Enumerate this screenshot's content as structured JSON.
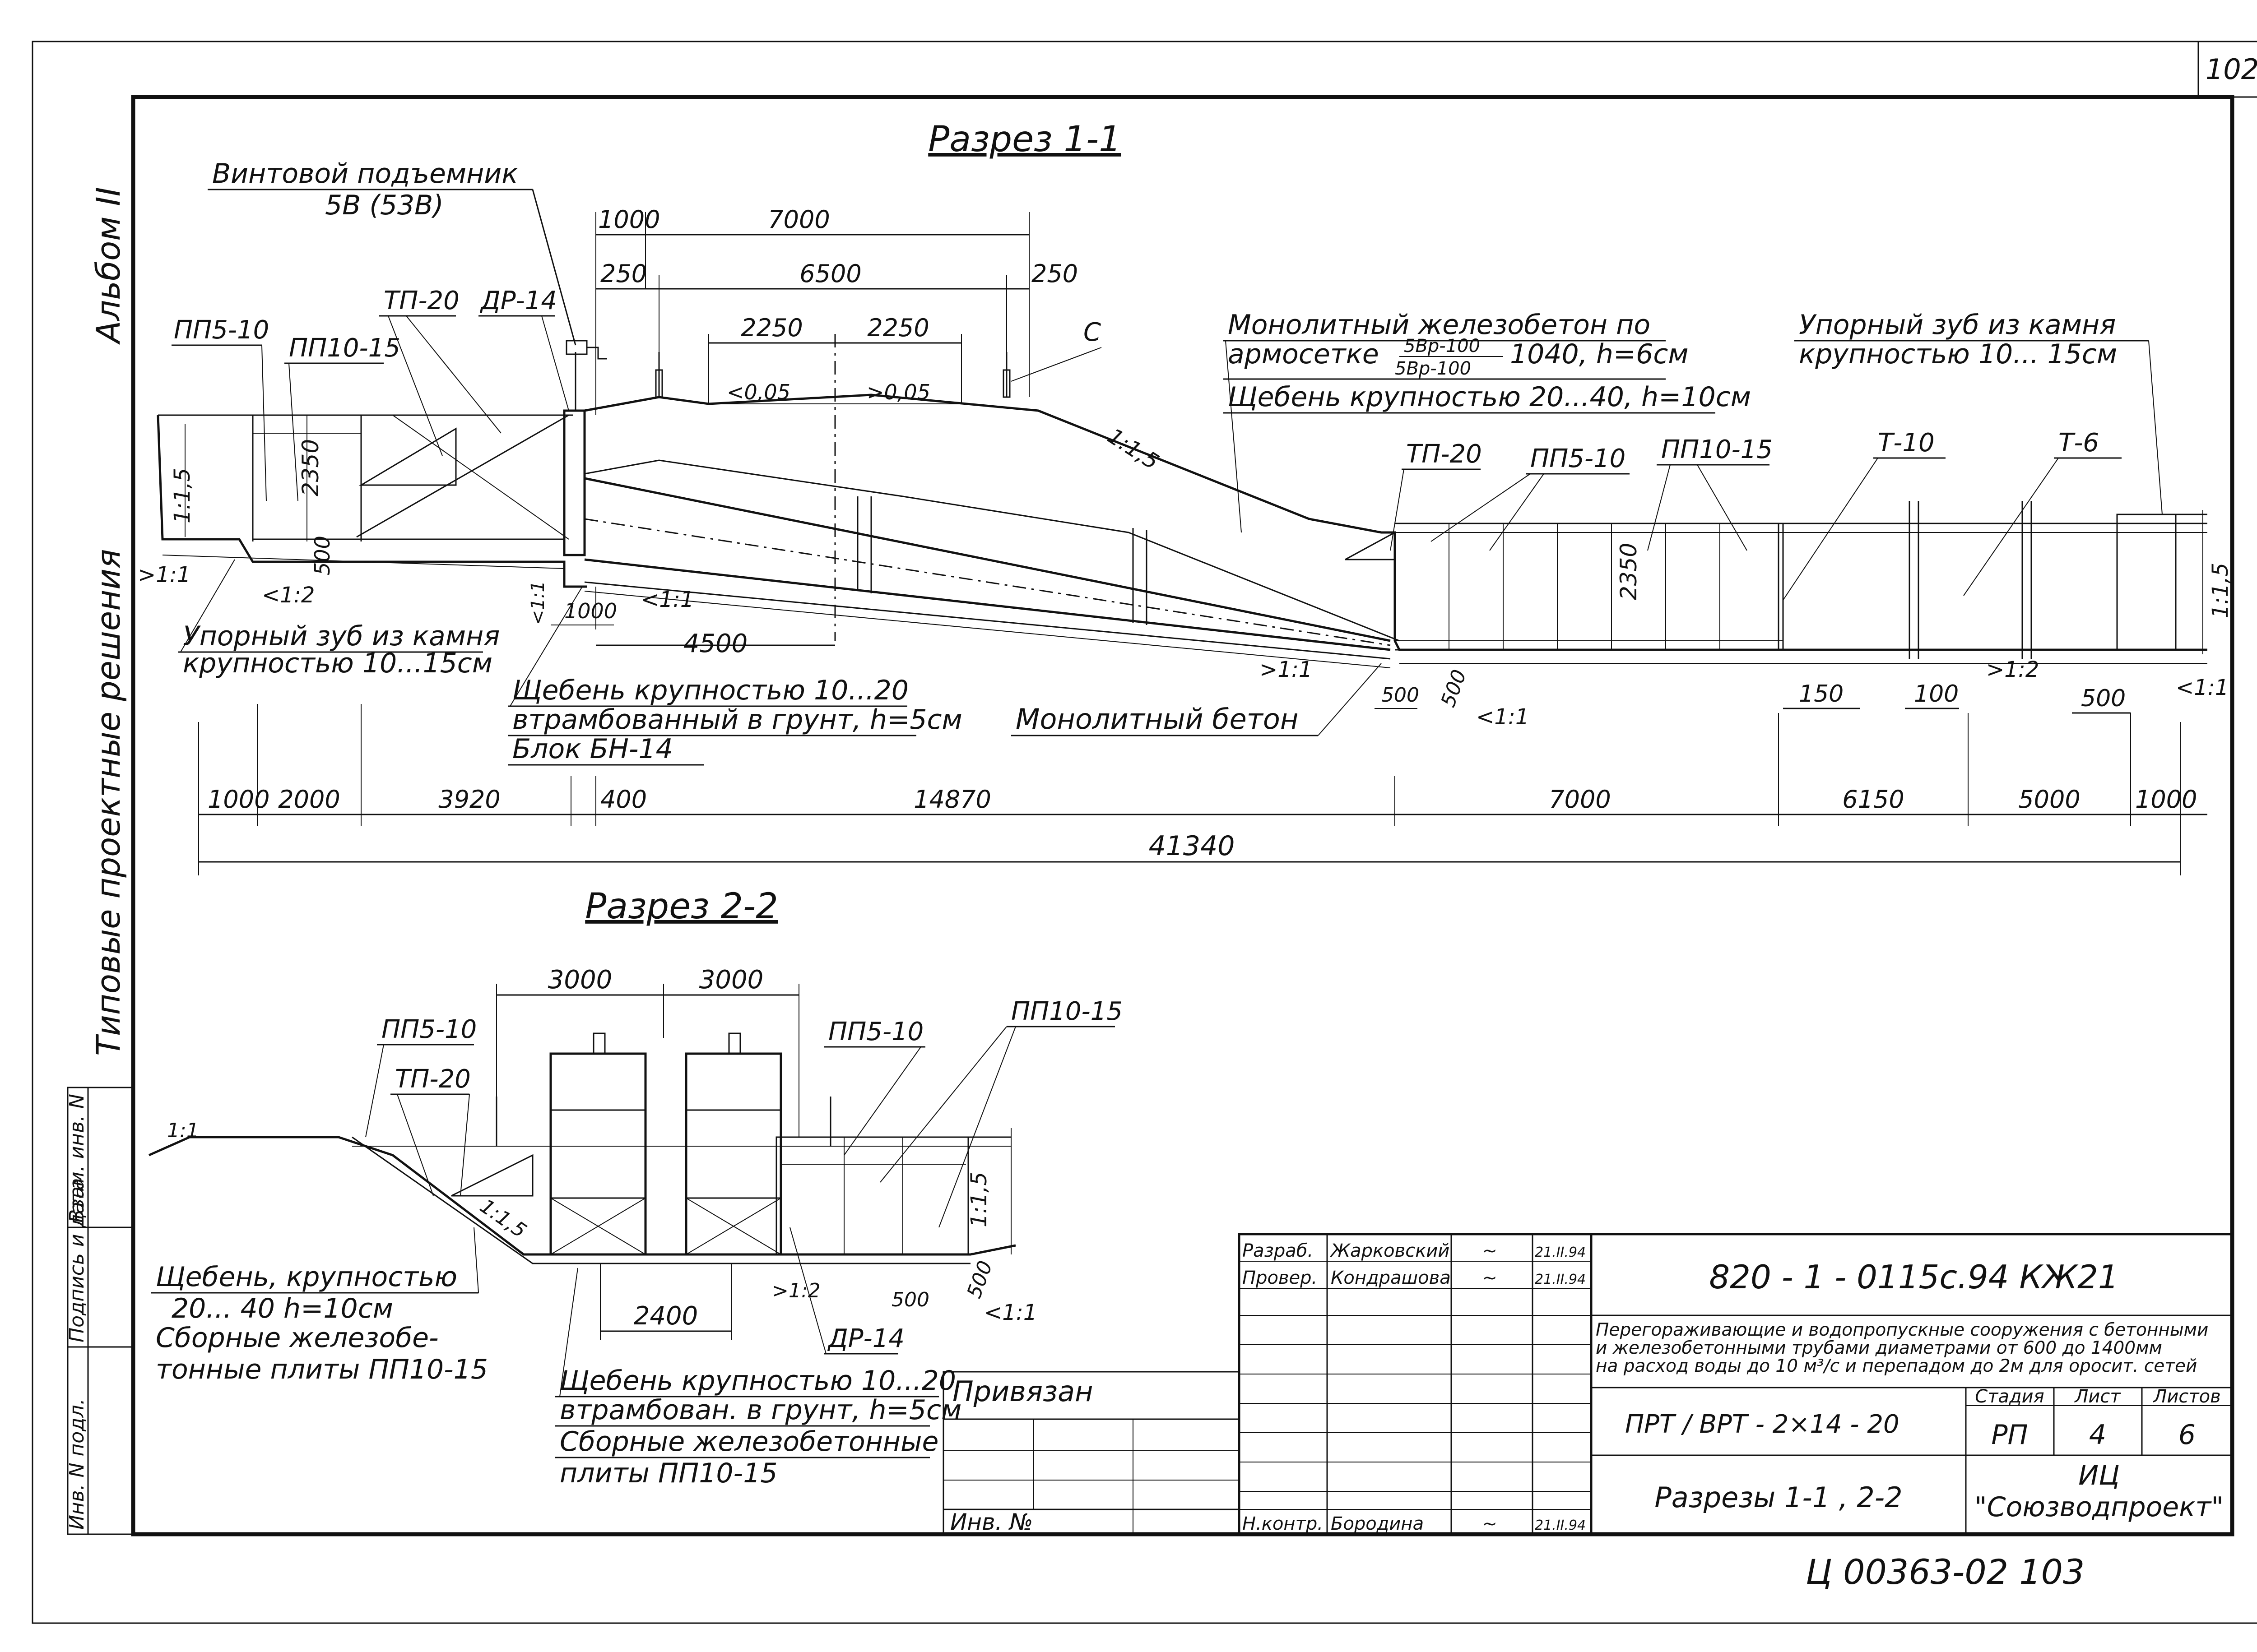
{
  "sheet_number": "102",
  "margin_texts": {
    "album": "Альбом II",
    "series": "Типовые проектные решения"
  },
  "side_stamp": {
    "col1": "Инв. N подл.",
    "col2": "Подпись и дата",
    "col3": "Взам. инв. N"
  },
  "section_1": {
    "title": "Разрез 1-1",
    "leader_labels": {
      "hoist_1": "Винтовой подъемник",
      "hoist_2": "5В (53В)",
      "pp5_10_a": "ПП5-10",
      "pp10_15_a": "ПП10-15",
      "tp20_a": "ТП-20",
      "dr14_a": "ДР-14",
      "c_label": "С",
      "monolith_1": "Монолитный железобетон по",
      "monolith_2a": "армосетке",
      "monolith_num": "5Вр-100",
      "monolith_den": "5Вр-100",
      "monolith_2b": "1040, h=6см",
      "monolith_3": "Щебень крупностью 20...40, h=10см",
      "stone_r_1": "Упорный зуб из камня",
      "stone_r_2": "крупностью 10... 15см",
      "tp20_b": "ТП-20",
      "pp5_10_b": "ПП5-10",
      "pp10_15_b": "ПП10-15",
      "t10": "Т-10",
      "t6": "Т-6",
      "stone_l_1": "Упорный зуб из камня",
      "stone_l_2": "крупностью 10...15см",
      "gravel_1": "Щебень крупностью 10...20",
      "gravel_2": "втрамбованный в грунт, h=5см",
      "gravel_3": "Блок БН-14",
      "mono_concrete": "Монолитный бетон"
    },
    "slopes": {
      "s_1_15_left": "1:1,5",
      "s_1_1_left": ">1:1",
      "s_1_2_left": "<1:2",
      "s_1_1_mid": "<1:1",
      "s_1_1_box": "<1:1",
      "s_1_15_fill": "1:1,5",
      "s_1_1_out": ">1:1",
      "s_1_1_out2": "<1:1",
      "s_1_2_right": ">1:2",
      "s_1_1_right": "<1:1",
      "s_1_15_right": "1:1,5",
      "grade_left": "<0,05",
      "grade_right": ">0,05"
    },
    "dims_top": [
      "1000",
      "7000",
      "250",
      "6500",
      "250",
      "2250",
      "2250"
    ],
    "dims_local": {
      "h_left": "2350",
      "h_500": "500",
      "d_1000": "1000",
      "d_4500": "4500",
      "h_right": "2350",
      "d_500_out": "500",
      "h_500_out": "500",
      "d_150": "150",
      "d_100": "100",
      "d_500_r": "500"
    },
    "dims_bottom": [
      "1000",
      "2000",
      "3920",
      "400",
      "14870",
      "7000",
      "6150",
      "5000",
      "1000"
    ],
    "dim_total": "41340"
  },
  "section_2": {
    "title": "Разрез 2-2",
    "dims": {
      "w1": "3000",
      "w2": "3000",
      "w3": "2400",
      "d500": "500",
      "h500": "500"
    },
    "labels": {
      "pp5_10_a": "ПП5-10",
      "tp20": "ТП-20",
      "pp5_10_b": "ПП5-10",
      "pp10_15": "ПП10-15",
      "dr14": "ДР-14",
      "slope_1_1": "1:1",
      "slope_15a": "1:1,5",
      "slope_15b": "1:1,5",
      "slope_12": ">1:2",
      "slope_11": "<1:1"
    },
    "note_left": [
      "Щебень, крупностью",
      "20... 40   h=10см",
      "Сборные железобе-",
      "тонные плиты ПП10-15"
    ],
    "note_bottom": [
      "Щебень крупностью 10...20",
      "втрамбован. в грунт, h=5см",
      "Сборные железобетонные",
      "плиты ПП10-15"
    ]
  },
  "privyazan_block": {
    "title": "Привязан",
    "inv": "Инв. №"
  },
  "title_block": {
    "doc_code": "820 - 1 - 0115с.94   КЖ21",
    "description": [
      "Перегораживающие и водопропускные сооружения с бетонными",
      "и железобетонными трубами диаметрами от 600 до 1400мм",
      "на расход воды до 10 м³/с и перепадом до 2м для оросит. сетей"
    ],
    "roles": [
      {
        "role": "Разраб.",
        "name": "Жарковский",
        "date": "21.II.94"
      },
      {
        "role": "Провер.",
        "name": "Кондрашова",
        "date": "21.II.94"
      },
      {
        "role": "Н.контр.",
        "name": "Бородина",
        "date": "21.II.94"
      }
    ],
    "structure_code": "ПРТ / ВРТ - 2×14 - 20",
    "stage_header": "Стадия",
    "sheet_header": "Лист",
    "sheets_header": "Листов",
    "stage": "РП",
    "sheet": "4",
    "sheets": "6",
    "drawing_title": "Разрезы 1-1 , 2-2",
    "org_line1": "ИЦ",
    "org_line2": "\"Союзводпроект\""
  },
  "archive_number": "Ц 00363-02   103"
}
